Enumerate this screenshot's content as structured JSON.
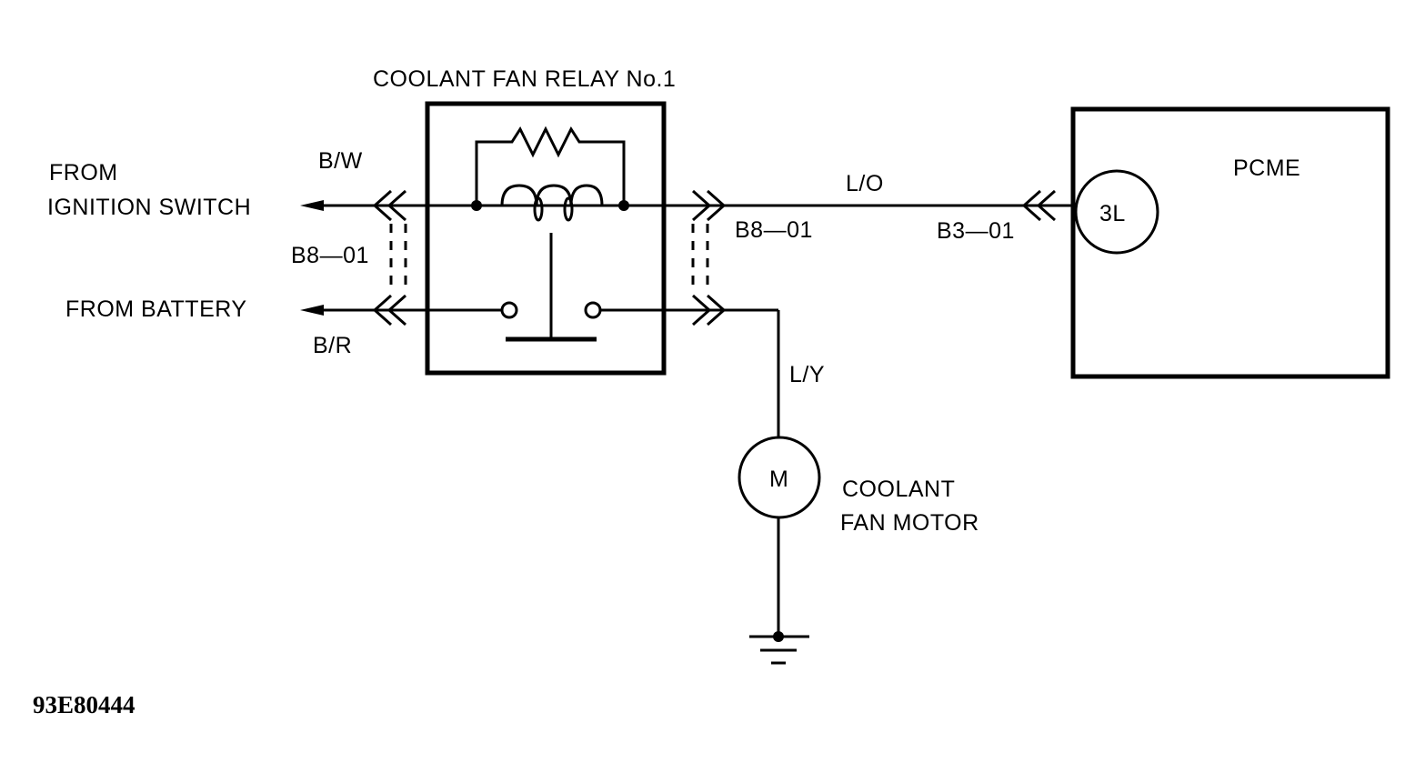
{
  "relay": {
    "title": "COOLANT FAN RELAY No.1"
  },
  "sources": {
    "ignition_line1": "FROM",
    "ignition_line2": "IGNITION SWITCH",
    "battery": "FROM BATTERY"
  },
  "wires": {
    "bw": "B/W",
    "br": "B/R",
    "lo": "L/O",
    "ly": "L/Y"
  },
  "connectors": {
    "left": "B8—01",
    "right": "B8—01",
    "pcme": "B3—01"
  },
  "pcme": {
    "title": "PCME",
    "terminal": "3L"
  },
  "motor": {
    "symbol": "M",
    "line1": "COOLANT",
    "line2": "FAN MOTOR"
  },
  "figure_id": "93E80444"
}
